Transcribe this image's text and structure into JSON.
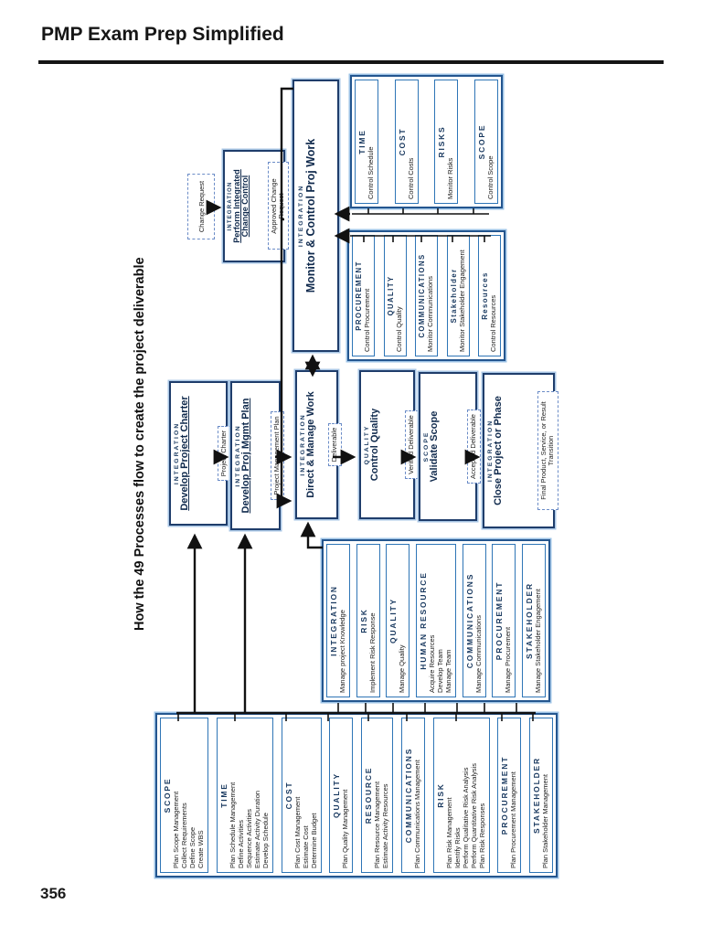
{
  "page": {
    "title": "PMP Exam Prep Simplified",
    "page_number": "356"
  },
  "diagram": {
    "title": "How the 49 Processes flow to create the project deliverable",
    "planning_group": {
      "rows": [
        {
          "header": "SCOPE",
          "items": [
            "Plan Scope Management",
            "Collect Requirements",
            "Define Scope",
            "Create WBS"
          ]
        },
        {
          "header": "TIME",
          "items": [
            "Plan Schedule Management",
            "Define Activities",
            "Sequence Activities",
            "Estimate Activity Duration",
            "Develop Schedule"
          ]
        },
        {
          "header": "COST",
          "items": [
            "Plan Cost Management",
            "Estimate Cost",
            "Determine Budget"
          ]
        },
        {
          "header": "QUALITY",
          "items": [
            "Plan Quality Management"
          ]
        },
        {
          "header": "RESOURCE",
          "items": [
            "Plan Resource Management",
            "Estimate Activity Resources"
          ]
        },
        {
          "header": "COMMUNICATIONS",
          "items": [
            "Plan Communications Management"
          ]
        },
        {
          "header": "RISK",
          "items": [
            "Plan Risk Management",
            "Identify Risks",
            "Perform Qualitative Risk Analysis",
            "Perform Quantitative Risk Analysis",
            "Plan Risk Responses"
          ]
        },
        {
          "header": "PROCUREMENT",
          "items": [
            "Plan Procurement Management"
          ]
        },
        {
          "header": "STAKEHOLDER",
          "items": [
            "Plan Stakeholder Management"
          ]
        }
      ]
    },
    "executing_group": {
      "rows": [
        {
          "header": "INTEGRATION",
          "items": [
            "Manage project Knowledge"
          ]
        },
        {
          "header": "RISK",
          "items": [
            "Implement Risk Response"
          ]
        },
        {
          "header": "QUALITY",
          "items": [
            "Manage Quality"
          ]
        },
        {
          "header": "HUMAN RESOURCE",
          "items": [
            "Acquire Resources",
            "Develop Team",
            "Manage Team"
          ]
        },
        {
          "header": "COMMUNICATIONS",
          "items": [
            "Manage Communications"
          ]
        },
        {
          "header": "PROCUREMENT",
          "items": [
            "Manage Procurement"
          ]
        },
        {
          "header": "STAKEHOLDER",
          "items": [
            "Manage Stakeholder Engagement"
          ]
        }
      ]
    },
    "flow": [
      {
        "category": "INTEGRATION",
        "title": "Develop Project Charter",
        "artifact": "Project Charter"
      },
      {
        "category": "INTEGRATION",
        "title": "Develop Proj Mgmt Plan",
        "artifact": "Project Management Plan"
      },
      {
        "category": "INTEGRATION",
        "title": "Direct & Manage Work",
        "artifact": "Deliverable"
      },
      {
        "category": "QUALITY",
        "title": "Control Quality",
        "artifact": "Verified Deliverable"
      },
      {
        "category": "SCOPE",
        "title": "Validate Scope",
        "artifact": "Accepted Deliverable"
      },
      {
        "category": "INTEGRATION",
        "title": "Close Project or Phase",
        "artifact": "Final Product, Service, or Result Transition"
      }
    ],
    "monitor_box": {
      "category": "INTEGRATION",
      "title": "Monitor & Control Proj Work"
    },
    "change_request": {
      "label": "Change Request"
    },
    "change_control": {
      "category": "INTEGRATION",
      "title": "Perform Integrated Change Control",
      "artifact": "Approved Change Request"
    },
    "monitoring_group_right": {
      "rows": [
        {
          "header": "TIME",
          "items": [
            "Control Schedule"
          ]
        },
        {
          "header": "COST",
          "items": [
            "Control Costs"
          ]
        },
        {
          "header": "RISKS",
          "items": [
            "Monitor Risks"
          ]
        },
        {
          "header": "SCOPE",
          "items": [
            "Control Scope"
          ]
        }
      ]
    },
    "monitoring_group_left": {
      "rows": [
        {
          "header": "PROCUREMENT",
          "items": [
            "Control Procurement"
          ]
        },
        {
          "header": "QUALITY",
          "items": [
            "Control Quality"
          ]
        },
        {
          "header": "COMMUNICATIONS",
          "items": [
            "Monitor Communications"
          ]
        },
        {
          "header": "Stakeholder",
          "items": [
            "Monitor Stakeholder Engagement"
          ]
        },
        {
          "header": "Resources",
          "items": [
            "Control Resources"
          ]
        }
      ]
    }
  },
  "colors": {
    "box_border_navy": "#1f3d6b",
    "box_border_blue": "#2e75b6",
    "halo_blue": "#9dc3e6",
    "dashed_border": "#6b8cc7",
    "header_text": "#17375e",
    "connector_black": "#111111"
  }
}
